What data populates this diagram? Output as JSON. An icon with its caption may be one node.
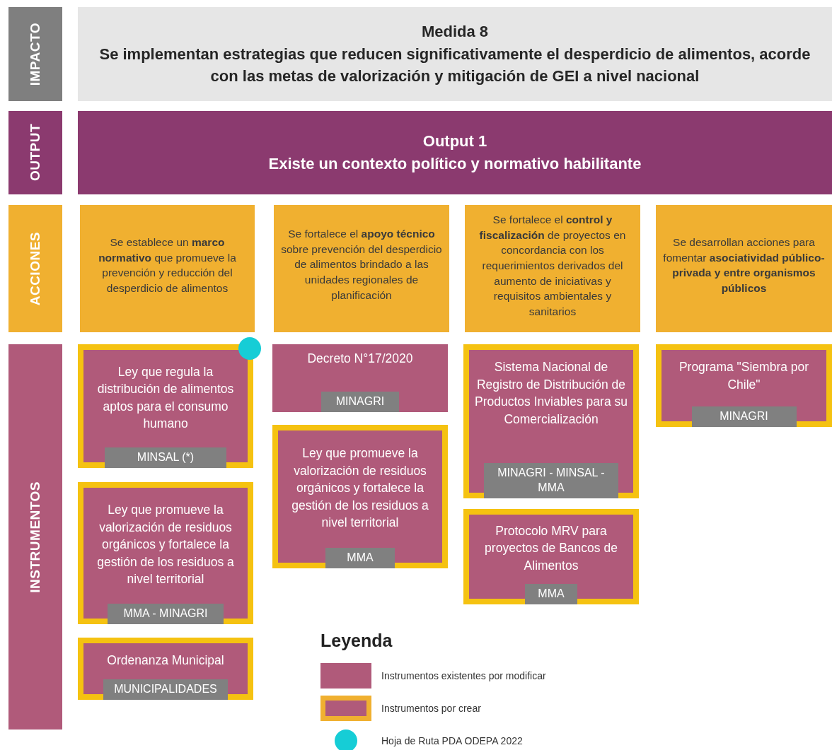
{
  "diagram": {
    "nodes": [
      {
        "text": [
          "IMPACTO"
        ]
      },
      {
        "text": [
          "Medida 8",
          "Se implementan estrategias que reducen significativamente el desperdicio de alimentos, acorde con las metas de valorización y mitigación de GEI a nivel nacional"
        ]
      },
      {
        "text": [
          "OUTPUT"
        ]
      },
      {
        "text": [
          "Output 1",
          "Existe un contexto político y normativo habilitante"
        ]
      },
      {
        "text": [
          "ACCIONES"
        ]
      },
      {
        "text": [
          "Se establece un **marco normativo** que promueve la prevención y reducción del desperdicio de alimentos"
        ]
      },
      {
        "text": [
          "Se fortalece el **apoyo técnico** sobre prevención del desperdicio de alimentos brindado a las unidades regionales de planificación"
        ]
      },
      {
        "text": [
          "Se fortalece el **control y fiscalización** de proyectos en concordancia con los requerimientos derivados del aumento de iniciativas y requisitos ambientales y sanitarios"
        ]
      },
      {
        "text": [
          "Se desarrollan acciones para fomentar **asociatividad público-privada y entre organismos públicos**"
        ]
      },
      {
        "text": [
          "INSTRUMENTOS"
        ]
      },
      {
        "text": [
          "Ley que regula la distribución de alimentos aptos para el consumo humano",
          "MINSAL (*)"
        ]
      },
      {
        "text": [
          "Ley que promueve la valorización de residuos orgánicos y fortalece la gestión de los residuos a nivel territorial",
          "MMA - MINAGRI"
        ]
      },
      {
        "text": [
          "Ordenanza Municipal",
          "MUNICIPALIDADES"
        ]
      },
      {
        "text": [
          "Decreto N°17/2020",
          "MINAGRI"
        ]
      },
      {
        "text": [
          "Ley que promueve la valorización de residuos orgánicos y fortalece la gestión de los residuos a nivel territorial",
          "MMA"
        ]
      },
      {
        "text": [
          "Sistema Nacional de Registro de Distribución de Productos Inviables para su Comercialización",
          "MINAGRI - MINSAL - MMA"
        ]
      },
      {
        "text": [
          "Protocolo MRV para proyectos de Bancos de Alimentos",
          "MMA"
        ]
      },
      {
        "text": [
          "Programa \"Siembra por Chile\"",
          "MINAGRI"
        ]
      }
    ],
    "labels": [
      "Leyenda"
    ],
    "legend": [
      {
        "text": "Instrumentos existentes por modificar",
        "color": "#b05a7a"
      },
      {
        "text": "Instrumentos por crear"
      },
      {
        "text": "Hoja de Ruta PDA ODEPA 2022",
        "color": "#16cdd6"
      }
    ]
  }
}
